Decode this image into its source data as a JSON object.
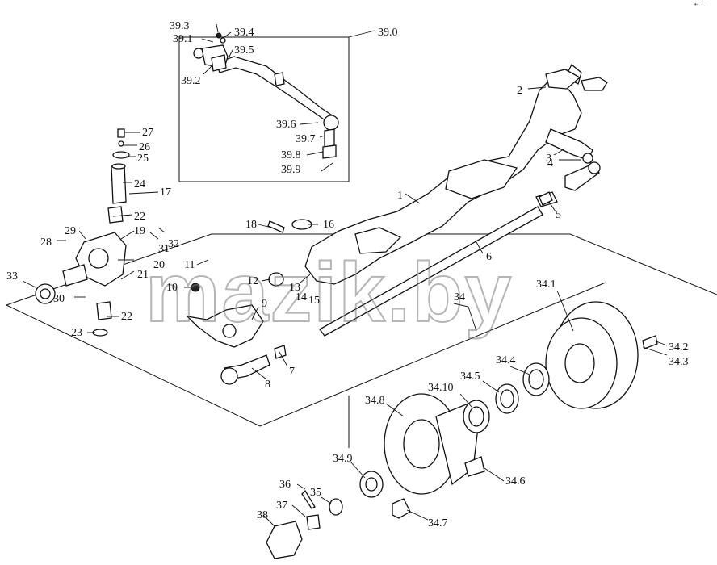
{
  "watermark": "mazik.by",
  "corner_mark": "•‐…",
  "callouts": [
    {
      "id": "1",
      "label": "1"
    },
    {
      "id": "2",
      "label": "2"
    },
    {
      "id": "3",
      "label": "3"
    },
    {
      "id": "4",
      "label": "4"
    },
    {
      "id": "5",
      "label": "5"
    },
    {
      "id": "6",
      "label": "6"
    },
    {
      "id": "7",
      "label": "7"
    },
    {
      "id": "8",
      "label": "8"
    },
    {
      "id": "9",
      "label": "9"
    },
    {
      "id": "10",
      "label": "10"
    },
    {
      "id": "11",
      "label": "11"
    },
    {
      "id": "12",
      "label": "12"
    },
    {
      "id": "13",
      "label": "13"
    },
    {
      "id": "14",
      "label": "14"
    },
    {
      "id": "15",
      "label": "15"
    },
    {
      "id": "16",
      "label": "16"
    },
    {
      "id": "17",
      "label": "17"
    },
    {
      "id": "18",
      "label": "18"
    },
    {
      "id": "19",
      "label": "19"
    },
    {
      "id": "20",
      "label": "20"
    },
    {
      "id": "21",
      "label": "21"
    },
    {
      "id": "22a",
      "label": "22"
    },
    {
      "id": "22b",
      "label": "22"
    },
    {
      "id": "23",
      "label": "23"
    },
    {
      "id": "24",
      "label": "24"
    },
    {
      "id": "25",
      "label": "25"
    },
    {
      "id": "26",
      "label": "26"
    },
    {
      "id": "27",
      "label": "27"
    },
    {
      "id": "28",
      "label": "28"
    },
    {
      "id": "29",
      "label": "29"
    },
    {
      "id": "30",
      "label": "30"
    },
    {
      "id": "31",
      "label": "31"
    },
    {
      "id": "32",
      "label": "32"
    },
    {
      "id": "33",
      "label": "33"
    },
    {
      "id": "34",
      "label": "34"
    },
    {
      "id": "34.1",
      "label": "34.1"
    },
    {
      "id": "34.2",
      "label": "34.2"
    },
    {
      "id": "34.3",
      "label": "34.3"
    },
    {
      "id": "34.4",
      "label": "34.4"
    },
    {
      "id": "34.5",
      "label": "34.5"
    },
    {
      "id": "34.6",
      "label": "34.6"
    },
    {
      "id": "34.7",
      "label": "34.7"
    },
    {
      "id": "34.8",
      "label": "34.8"
    },
    {
      "id": "34.9",
      "label": "34.9"
    },
    {
      "id": "34.10",
      "label": "34.10"
    },
    {
      "id": "35",
      "label": "35"
    },
    {
      "id": "36",
      "label": "36"
    },
    {
      "id": "37",
      "label": "37"
    },
    {
      "id": "38",
      "label": "38"
    },
    {
      "id": "39.0",
      "label": "39.0"
    },
    {
      "id": "39.1",
      "label": "39.1"
    },
    {
      "id": "39.2",
      "label": "39.2"
    },
    {
      "id": "39.3",
      "label": "39.3"
    },
    {
      "id": "39.4",
      "label": "39.4"
    },
    {
      "id": "39.5",
      "label": "39.5"
    },
    {
      "id": "39.6",
      "label": "39.6"
    },
    {
      "id": "39.7",
      "label": "39.7"
    },
    {
      "id": "39.8",
      "label": "39.8"
    },
    {
      "id": "39.9",
      "label": "39.9"
    }
  ]
}
